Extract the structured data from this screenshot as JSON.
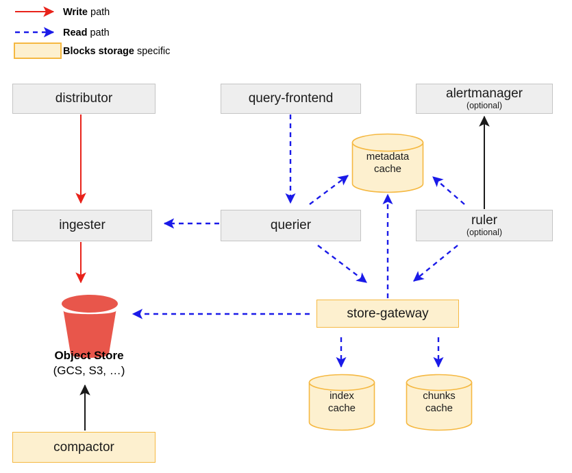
{
  "legend": {
    "items": [
      {
        "id": "write-path",
        "bold": "Write",
        "rest": " path",
        "marker": "solid-red-arrow",
        "color": "#e8221a"
      },
      {
        "id": "read-path",
        "bold": "Read",
        "rest": " path",
        "marker": "dashed-blue-arrow",
        "color": "#1a1ae8"
      },
      {
        "id": "blocks-storage",
        "bold": "Blocks storage",
        "rest": " specific",
        "marker": "cream-swatch",
        "fill": "#fdf0cf",
        "stroke": "#f5b841"
      }
    ]
  },
  "nodes": {
    "distributor": {
      "label": "distributor",
      "sub": "",
      "style": "grey"
    },
    "query_frontend": {
      "label": "query-frontend",
      "sub": "",
      "style": "grey"
    },
    "alertmanager": {
      "label": "alertmanager",
      "sub": "(optional)",
      "style": "grey"
    },
    "ingester": {
      "label": "ingester",
      "sub": "",
      "style": "grey"
    },
    "querier": {
      "label": "querier",
      "sub": "",
      "style": "grey"
    },
    "ruler": {
      "label": "ruler",
      "sub": "(optional)",
      "style": "grey"
    },
    "store_gateway": {
      "label": "store-gateway",
      "sub": "",
      "style": "blocks"
    },
    "compactor": {
      "label": "compactor",
      "sub": "",
      "style": "blocks"
    }
  },
  "caches": {
    "metadata": {
      "line1": "metadata",
      "line2": "cache"
    },
    "index": {
      "line1": "index",
      "line2": "cache"
    },
    "chunks": {
      "line1": "chunks",
      "line2": "cache"
    }
  },
  "object_store": {
    "title": "Object Store",
    "subtitle": "(GCS, S3, …)",
    "icon": "bucket-icon",
    "color": "#e8564b"
  },
  "colors": {
    "write_path": "#e8221a",
    "read_path": "#1a1ae8",
    "plain_path": "#1a1a1a",
    "blocks_fill": "#fdf0cf",
    "blocks_stroke": "#f5b841",
    "grey_fill": "#eeeeee",
    "grey_stroke": "#c4c4c4"
  },
  "edges": [
    {
      "id": "distributor-to-ingester",
      "from": "distributor",
      "to": "ingester",
      "kind": "write"
    },
    {
      "id": "ingester-to-object-store",
      "from": "ingester",
      "to": "object-store",
      "kind": "write"
    },
    {
      "id": "compactor-to-object-store",
      "from": "compactor",
      "to": "object-store",
      "kind": "plain"
    },
    {
      "id": "ruler-to-alertmanager",
      "from": "ruler",
      "to": "alertmanager",
      "kind": "plain"
    },
    {
      "id": "query-frontend-to-querier",
      "from": "query-frontend",
      "to": "querier",
      "kind": "read"
    },
    {
      "id": "querier-to-ingester",
      "from": "querier",
      "to": "ingester",
      "kind": "read"
    },
    {
      "id": "querier-to-metadata-cache",
      "from": "querier",
      "to": "metadata-cache",
      "kind": "read"
    },
    {
      "id": "ruler-to-metadata-cache",
      "from": "ruler",
      "to": "metadata-cache",
      "kind": "read"
    },
    {
      "id": "store-gateway-to-metadata-cache",
      "from": "store-gateway",
      "to": "metadata-cache",
      "kind": "read"
    },
    {
      "id": "querier-to-store-gateway",
      "from": "querier",
      "to": "store-gateway",
      "kind": "read"
    },
    {
      "id": "ruler-to-store-gateway",
      "from": "ruler",
      "to": "store-gateway",
      "kind": "read"
    },
    {
      "id": "store-gateway-to-object-store",
      "from": "store-gateway",
      "to": "object-store",
      "kind": "read"
    },
    {
      "id": "store-gateway-to-index-cache",
      "from": "store-gateway",
      "to": "index-cache",
      "kind": "read"
    },
    {
      "id": "store-gateway-to-chunks-cache",
      "from": "store-gateway",
      "to": "chunks-cache",
      "kind": "read"
    }
  ]
}
